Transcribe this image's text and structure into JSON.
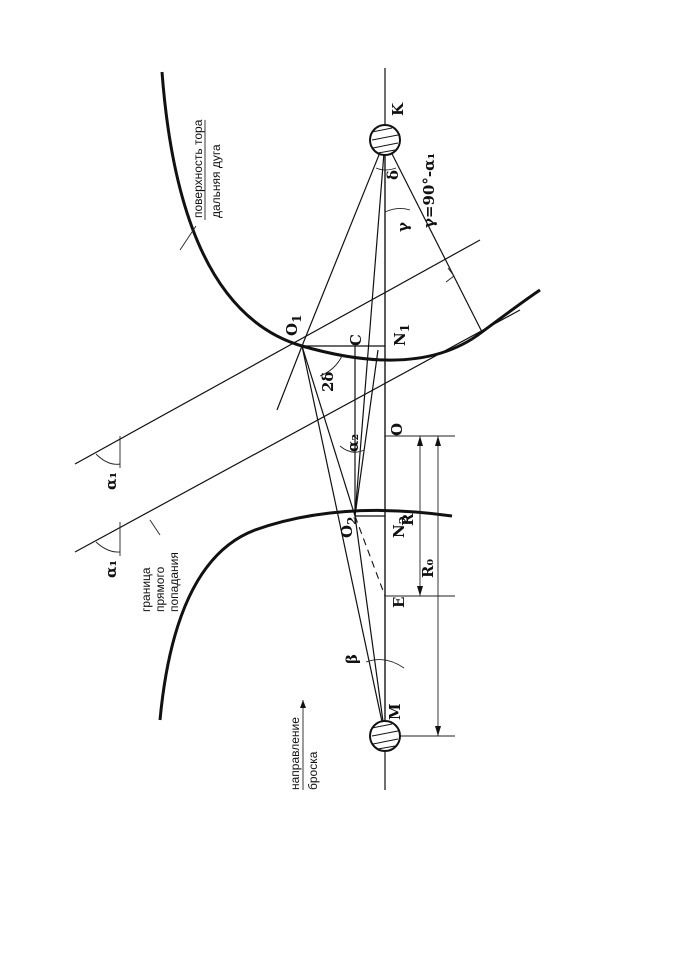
{
  "notes": {
    "torus_surface": "поверхность тора",
    "far_arc": "дальняя дуга",
    "boundary_1": "граница",
    "boundary_2": "прямого",
    "boundary_3": "попадания",
    "direction_1": "направление",
    "direction_2": "броска"
  },
  "points": {
    "K": "K",
    "O1": "O",
    "O1_sub": "1",
    "C": "C",
    "N1": "N",
    "N1_sub": "1",
    "O": "O",
    "O2": "O",
    "O2_sub": "2",
    "N2": "N",
    "N2_sub": "2",
    "E": "E",
    "M": "M"
  },
  "labels": {
    "gamma_formula": "γ=90°-α₁",
    "delta": "δ",
    "gamma": "γ",
    "two_delta": "2δ",
    "alpha2": "α₂",
    "alpha1_top": "α₁",
    "alpha1_bottom": "α₁",
    "beta": "β",
    "R": "R",
    "R0": "R₀"
  }
}
